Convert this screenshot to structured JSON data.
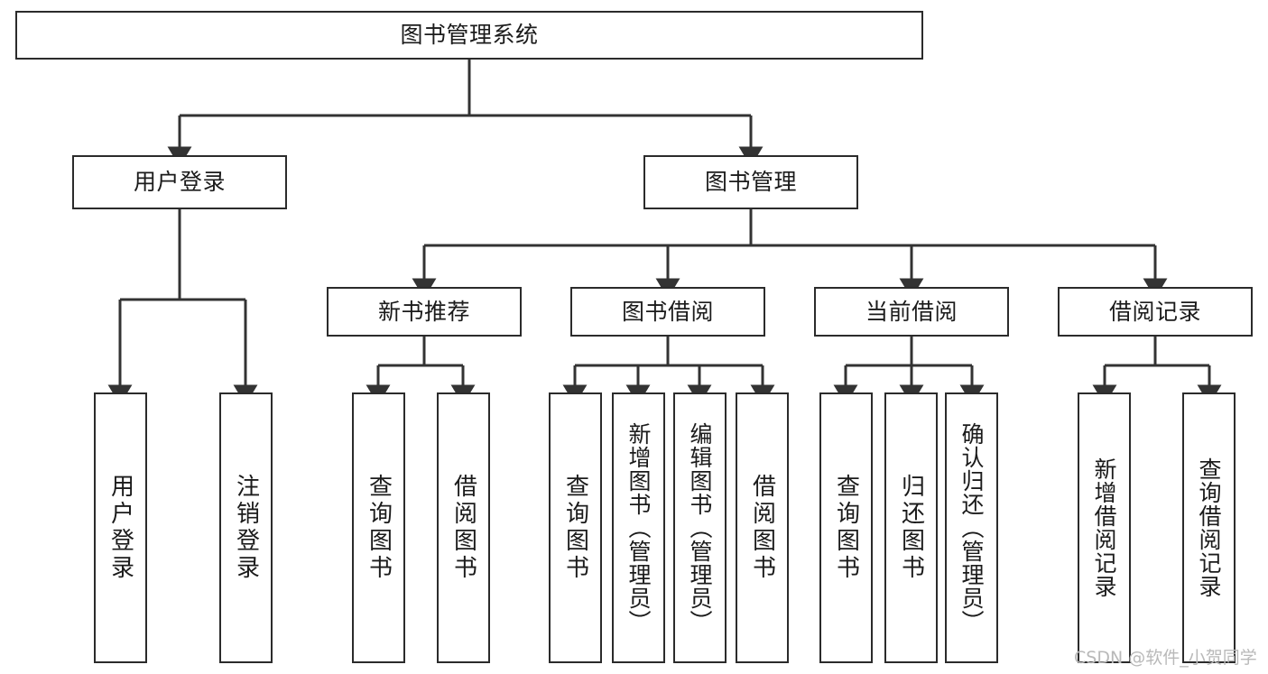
{
  "diagram": {
    "type": "tree-hierarchy",
    "title": "图书管理系统",
    "root": {
      "label": "图书管理系统"
    },
    "level2": [
      {
        "label": "用户登录"
      },
      {
        "label": "图书管理"
      }
    ],
    "level3": [
      {
        "label": "新书推荐"
      },
      {
        "label": "图书借阅"
      },
      {
        "label": "当前借阅"
      },
      {
        "label": "借阅记录"
      }
    ],
    "leaves": [
      {
        "label": "用户登录",
        "parent": "用户登录"
      },
      {
        "label": "注销登录",
        "parent": "用户登录"
      },
      {
        "label": "查询图书",
        "parent": "新书推荐"
      },
      {
        "label": "借阅图书",
        "parent": "新书推荐"
      },
      {
        "label": "查询图书",
        "parent": "图书借阅"
      },
      {
        "label": "新增图书（管理员）",
        "parent": "图书借阅"
      },
      {
        "label": "编辑图书（管理员）",
        "parent": "图书借阅"
      },
      {
        "label": "借阅图书",
        "parent": "图书借阅"
      },
      {
        "label": "查询图书",
        "parent": "当前借阅"
      },
      {
        "label": "归还图书",
        "parent": "当前借阅"
      },
      {
        "label": "确认归还（管理员）",
        "parent": "当前借阅"
      },
      {
        "label": "新增借阅记录",
        "parent": "借阅记录"
      },
      {
        "label": "查询借阅记录",
        "parent": "借阅记录"
      }
    ],
    "colors": {
      "box_border": "#2b2b2b",
      "box_fill": "#ffffff",
      "connector": "#333333",
      "text": "#1b1b1b",
      "watermark": "#b9b9b9",
      "background": "#ffffff"
    }
  },
  "watermark": {
    "text": "CSDN @软件_小贺同学"
  }
}
